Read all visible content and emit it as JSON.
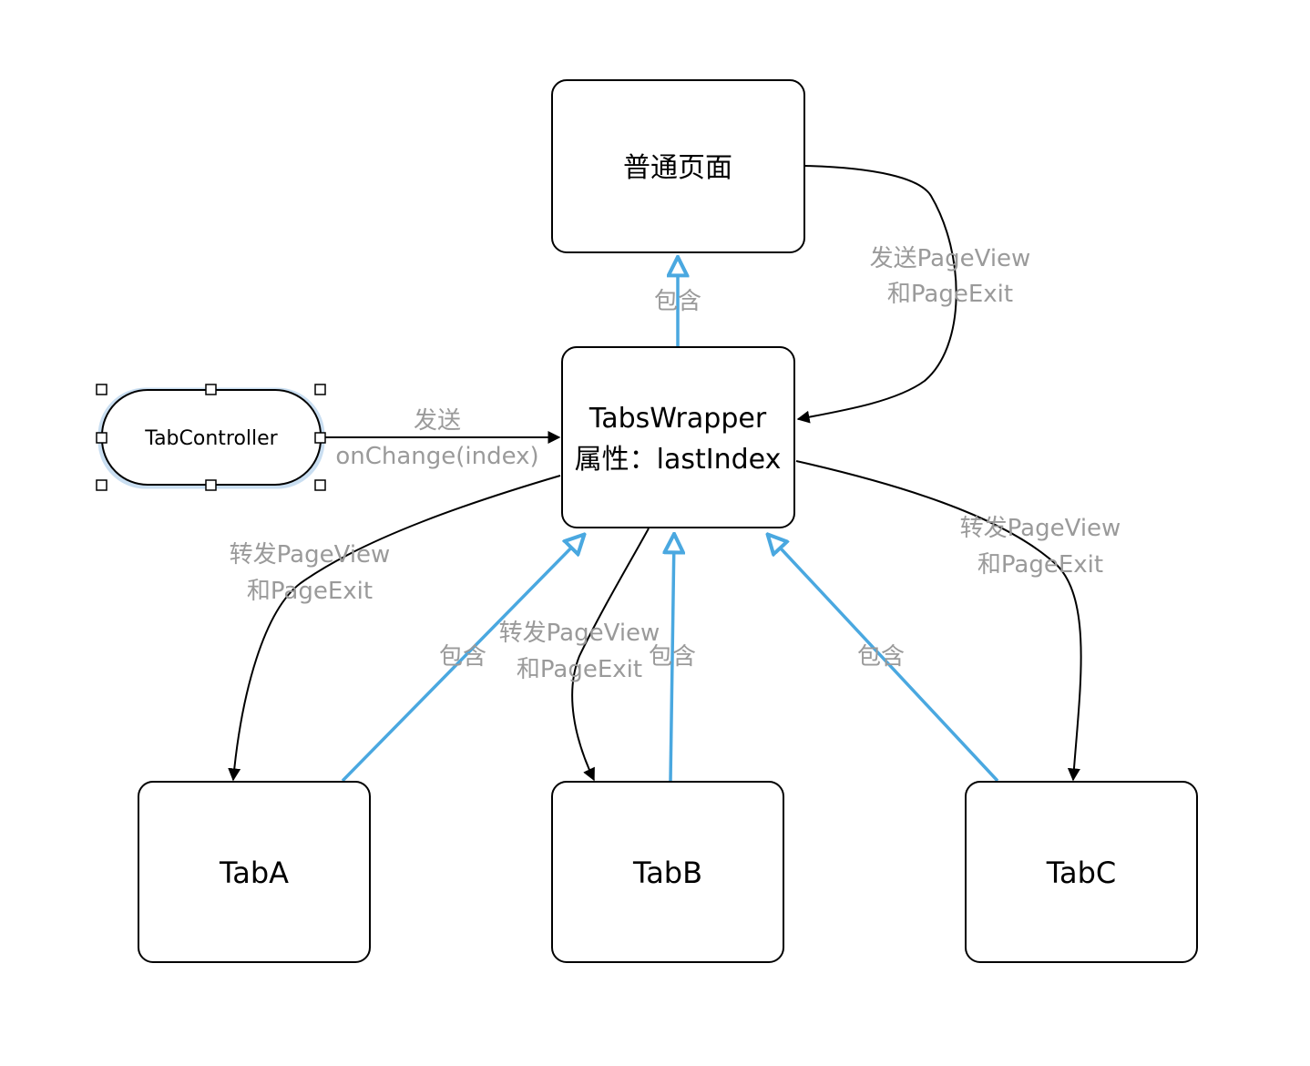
{
  "nodes": {
    "normal_page": {
      "label": "普通页面"
    },
    "tabs_wrapper": {
      "line1": "TabsWrapper",
      "line2": "属性：lastIndex"
    },
    "tab_controller": {
      "label": "TabController"
    },
    "tab_a": {
      "label": "TabA"
    },
    "tab_b": {
      "label": "TabB"
    },
    "tab_c": {
      "label": "TabC"
    }
  },
  "edges": {
    "wrapper_contains_page": {
      "label": "包含"
    },
    "page_send_to_wrapper": {
      "line1": "发送PageView",
      "line2": "和PageExit"
    },
    "controller_send": {
      "line1": "发送",
      "line2": "onChange(index)"
    },
    "forward_to_a": {
      "line1": "转发PageView",
      "line2": "和PageExit"
    },
    "forward_to_b": {
      "line1": "转发PageView",
      "line2": "和PageExit"
    },
    "forward_to_c": {
      "line1": "转发PageView",
      "line2": "和PageExit"
    },
    "a_contains": {
      "label": "包含"
    },
    "b_contains": {
      "label": "包含"
    },
    "c_contains": {
      "label": "包含"
    }
  },
  "colors": {
    "containment": "#4aa8e0",
    "flow": "#000000",
    "edge_label": "#9a9a9a",
    "selection": "#9cc3e6"
  }
}
